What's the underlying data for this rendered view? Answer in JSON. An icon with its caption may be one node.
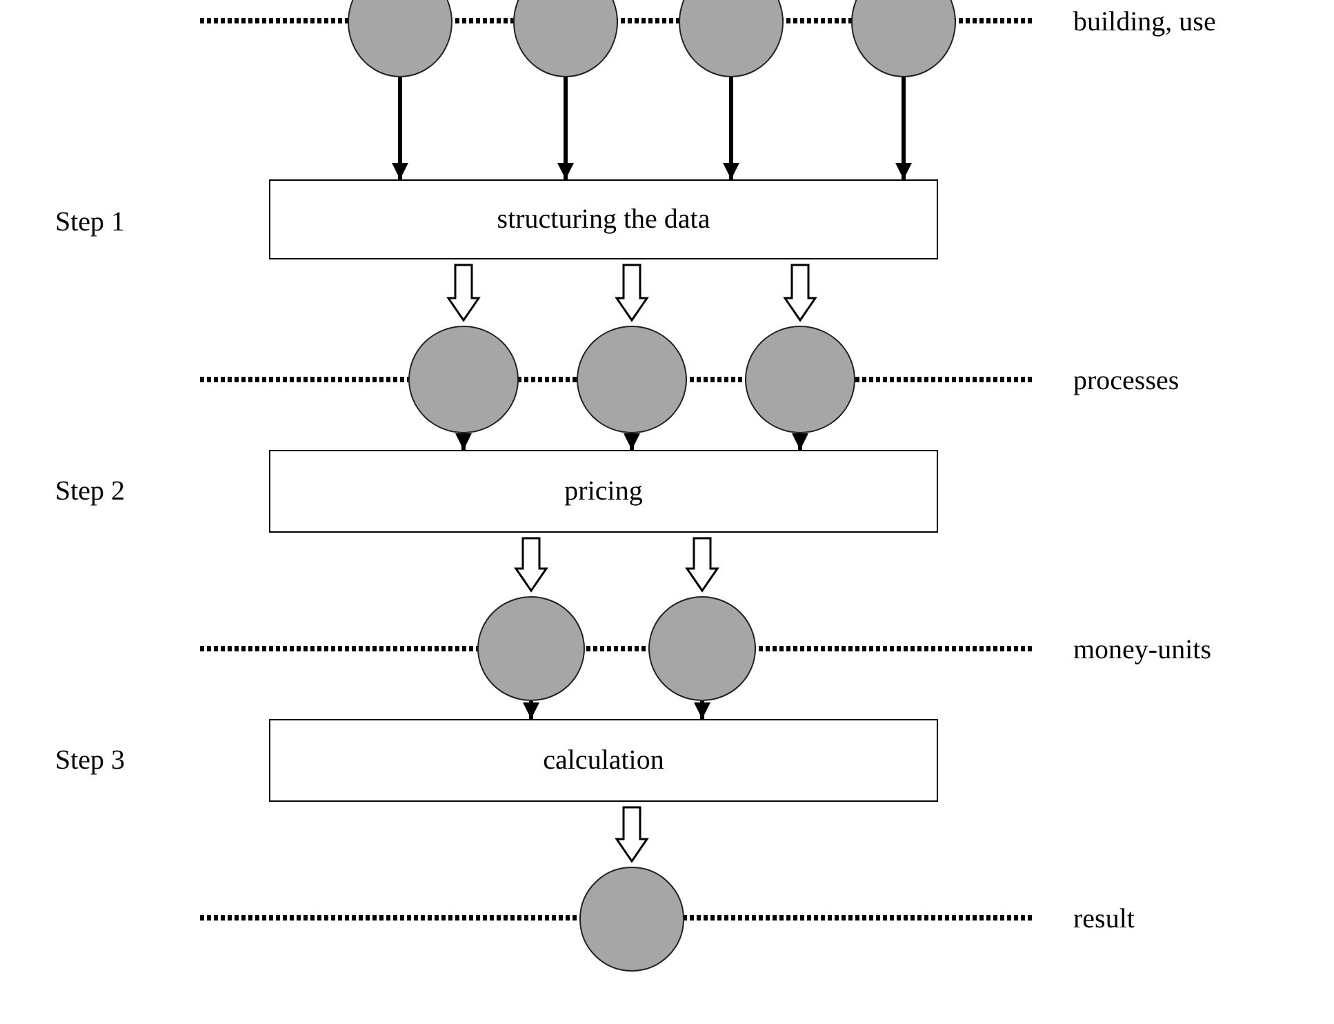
{
  "diagram": {
    "nodes": [
      {
        "text": [],
        "shape": "circle"
      },
      {
        "text": [],
        "shape": "circle"
      },
      {
        "text": [],
        "shape": "circle"
      },
      {
        "text": [],
        "shape": "circle"
      },
      {
        "text": [
          "structuring the data"
        ]
      },
      {
        "text": [],
        "shape": "circle"
      },
      {
        "text": [],
        "shape": "circle"
      },
      {
        "text": [],
        "shape": "circle"
      },
      {
        "text": [
          "pricing"
        ]
      },
      {
        "text": [],
        "shape": "circle"
      },
      {
        "text": [],
        "shape": "circle"
      },
      {
        "text": [
          "calculation"
        ]
      },
      {
        "text": [],
        "shape": "circle"
      }
    ],
    "edges": [
      {
        "from": 0,
        "to": 4,
        "arrow": "to"
      },
      {
        "from": 1,
        "to": 4,
        "arrow": "to"
      },
      {
        "from": 2,
        "to": 4,
        "arrow": "to"
      },
      {
        "from": 3,
        "to": 4,
        "arrow": "to"
      },
      {
        "from": 4,
        "to": 5,
        "arrow": "to",
        "style": "thick"
      },
      {
        "from": 4,
        "to": 6,
        "arrow": "to",
        "style": "thick"
      },
      {
        "from": 4,
        "to": 7,
        "arrow": "to",
        "style": "thick"
      },
      {
        "from": 5,
        "to": 8,
        "arrow": "to"
      },
      {
        "from": 6,
        "to": 8,
        "arrow": "to"
      },
      {
        "from": 7,
        "to": 8,
        "arrow": "to"
      },
      {
        "from": 8,
        "to": 9,
        "arrow": "to",
        "style": "thick"
      },
      {
        "from": 8,
        "to": 10,
        "arrow": "to",
        "style": "thick"
      },
      {
        "from": 9,
        "to": 11,
        "arrow": "to"
      },
      {
        "from": 10,
        "to": 11,
        "arrow": "to"
      },
      {
        "from": 11,
        "to": 12,
        "arrow": "to",
        "style": "thick"
      }
    ],
    "labels": [
      "building, use",
      "Step 1",
      "processes",
      "Step 2",
      "money-units",
      "Step 3",
      "result"
    ]
  }
}
